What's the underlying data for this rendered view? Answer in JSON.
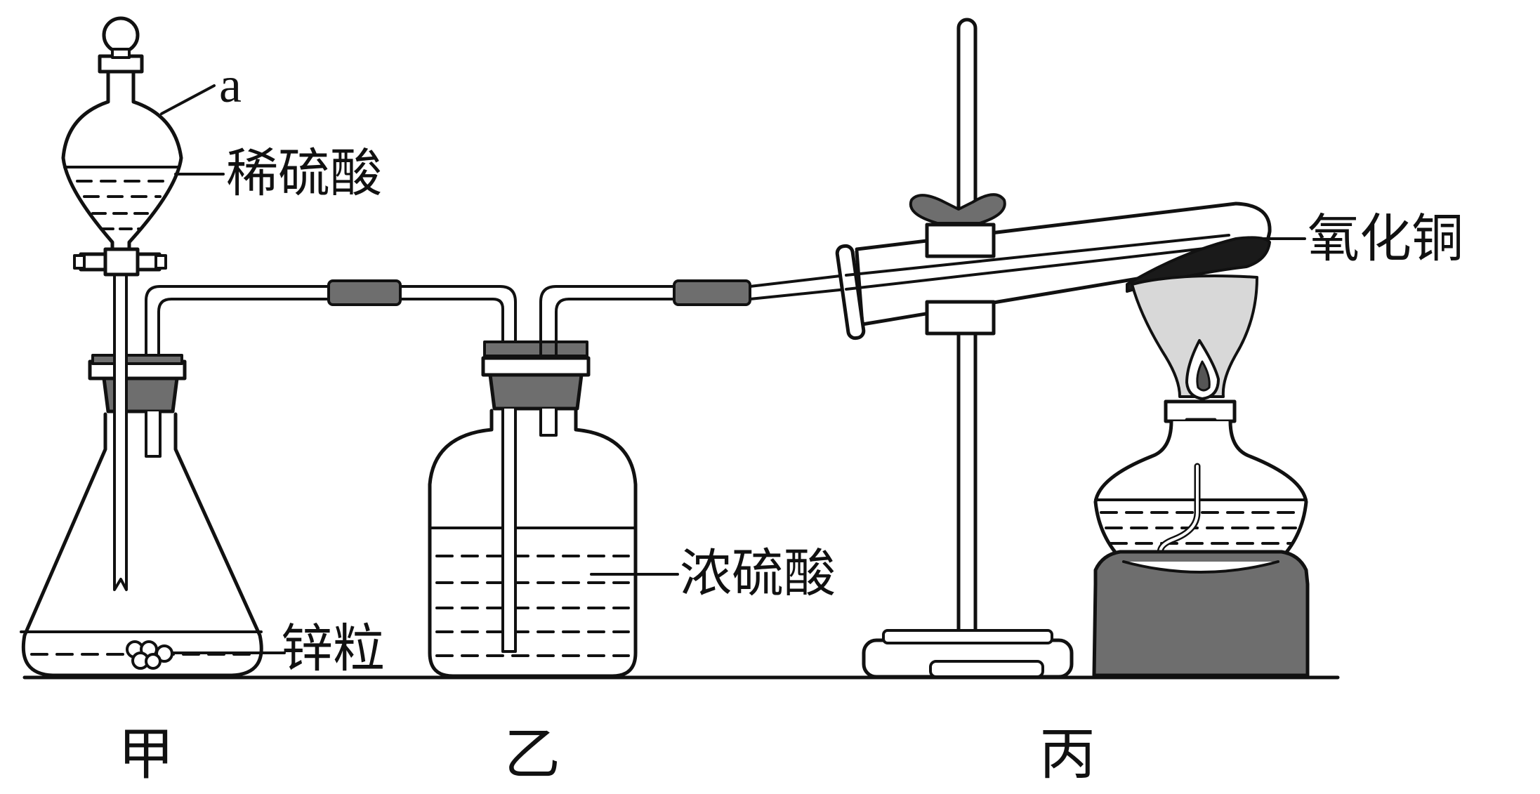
{
  "figure": {
    "labels": {
      "stopcock": "a",
      "dilute_acid": "稀硫酸",
      "zinc": "锌粒",
      "conc_acid": "浓硫酸",
      "cuo": "氧化铜"
    },
    "captions": {
      "left": "甲",
      "middle": "乙",
      "right": "丙"
    }
  }
}
